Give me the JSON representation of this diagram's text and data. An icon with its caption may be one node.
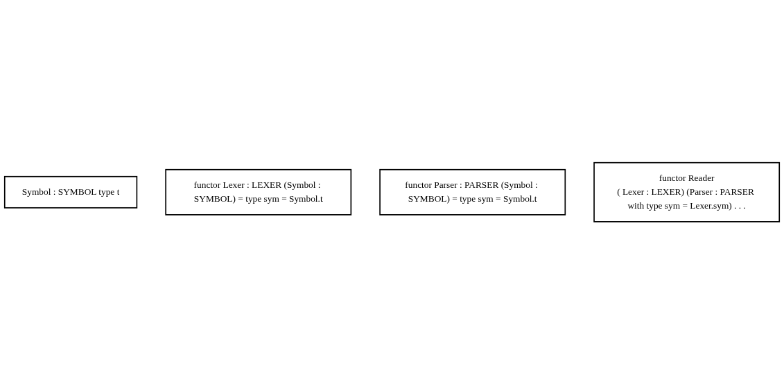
{
  "diagram": {
    "nodes": [
      {
        "text": [
          "Symbol : SYMBOL type t"
        ]
      },
      {
        "text": [
          "functor Lexer : LEXER (Symbol : SYMBOL) = type sym = Symbol.t"
        ]
      },
      {
        "text": [
          "functor Parser : PARSER (Symbol : SYMBOL) = type sym = Symbol.t"
        ]
      },
      {
        "text": [
          "functor Reader",
          "( Lexer : LEXER) (Parser : PARSER with type sym = Lexer.sym) . . ."
        ]
      }
    ],
    "edges": []
  }
}
